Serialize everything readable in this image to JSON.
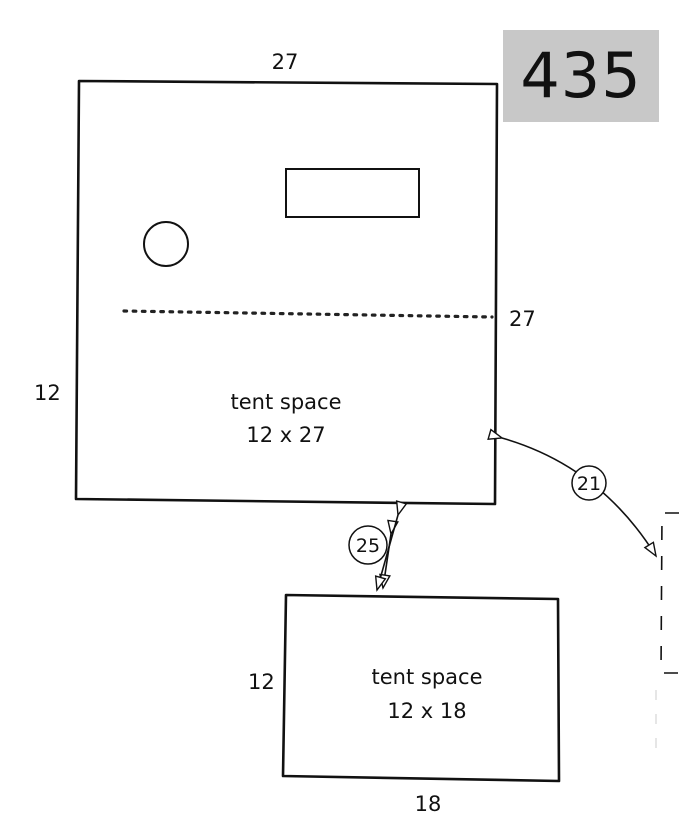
{
  "site_number": "435",
  "main_pad": {
    "top_dimension": "27",
    "right_dimension": "27",
    "left_dimension": "12",
    "label_line1": "tent space",
    "label_line2": "12 x 27"
  },
  "second_pad": {
    "left_dimension": "12",
    "bottom_dimension": "18",
    "label_line1": "tent space",
    "label_line2": "12 x 18"
  },
  "distances": {
    "between_pads": "25",
    "to_neighbor": "21"
  }
}
